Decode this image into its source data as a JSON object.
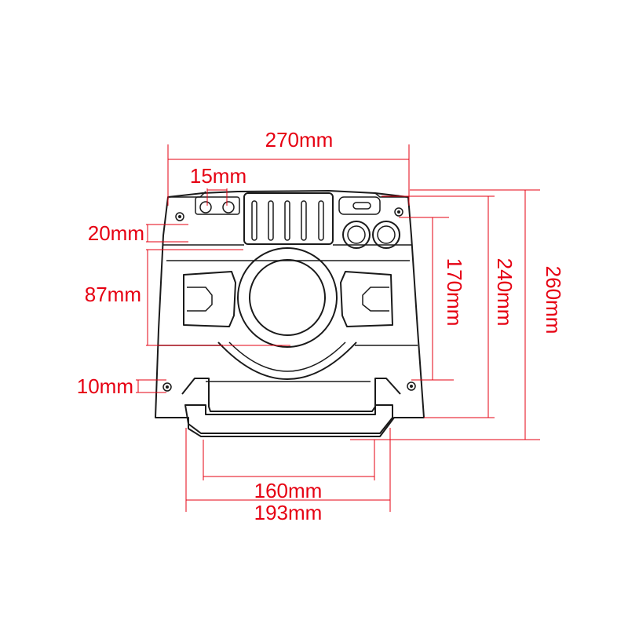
{
  "diagram": {
    "dimensions": {
      "width_top": "270mm",
      "knob_spacing": "15mm",
      "top_inset": "20mm",
      "side_panel_height": "87mm",
      "bottom_inset": "10mm",
      "front_height": "170mm",
      "body_height": "240mm",
      "total_height": "260mm",
      "handle_inner": "160mm",
      "base_width": "193mm"
    },
    "colors": {
      "dimension": "#e60012",
      "outline": "#1a1a1a"
    }
  }
}
